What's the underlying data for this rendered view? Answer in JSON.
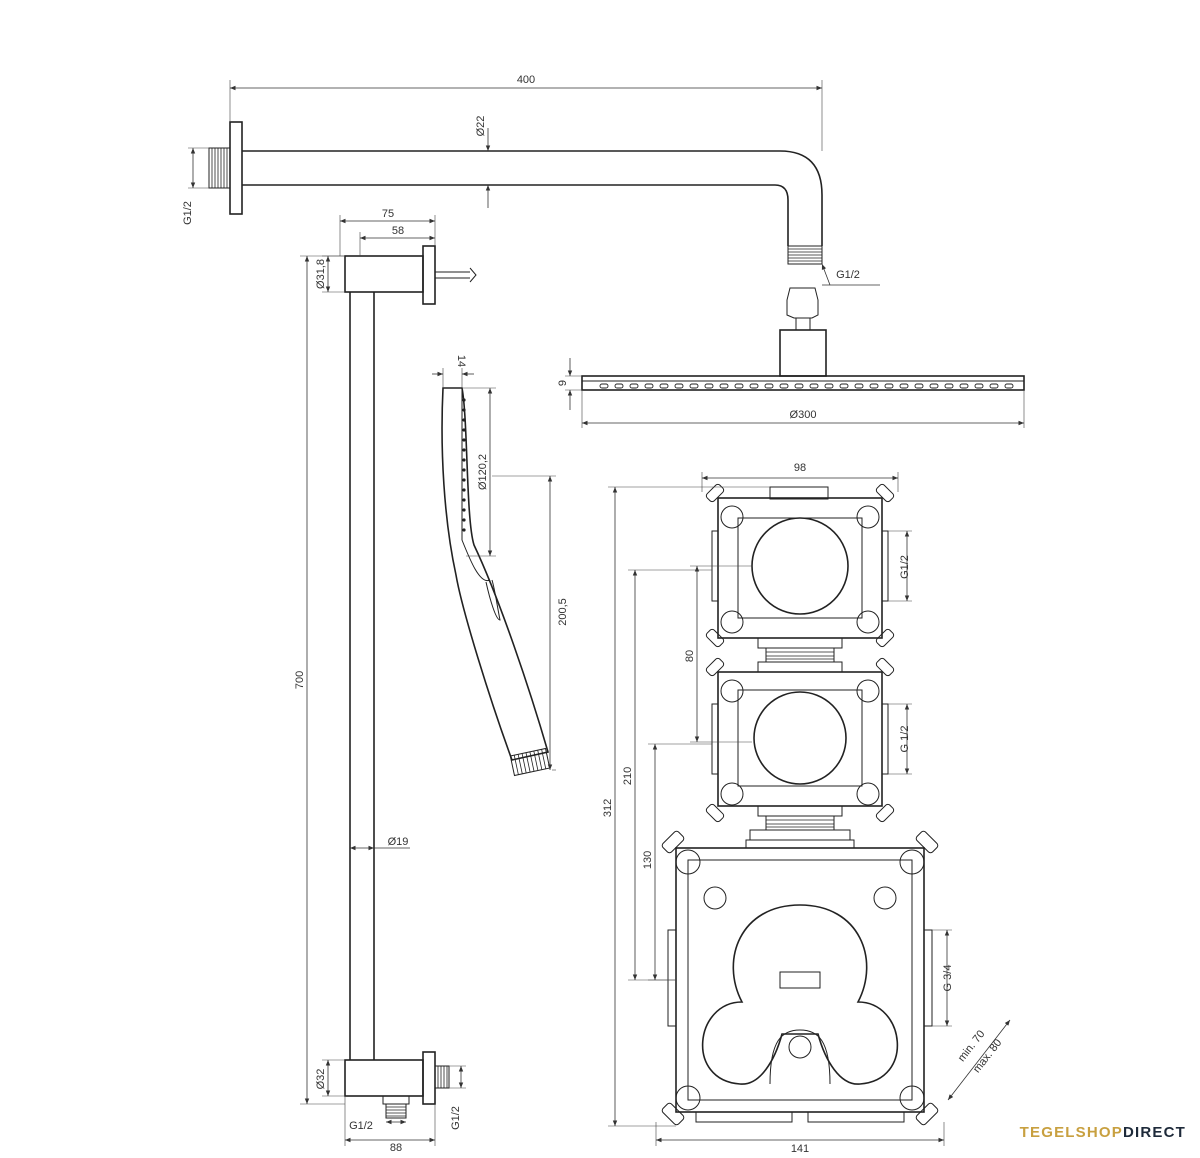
{
  "dimensions": {
    "arm_length": "400",
    "arm_diameter": "Ø22",
    "wall_thread": "G1/2",
    "head_thread": "G1/2",
    "head_height": "9",
    "head_diameter": "Ø300",
    "holder_depth": "75",
    "holder_inner": "58",
    "holder_diameter": "Ø31,8",
    "rail_length": "700",
    "rail_diameter": "Ø19",
    "elbow_diameter": "Ø32",
    "elbow_thread_bottom": "G1/2",
    "elbow_thread_side": "G1/2",
    "elbow_width": "88",
    "hand_thickness": "14",
    "hand_diameter": "Ø120,2",
    "hand_length": "200,5",
    "box_width_top": "98",
    "box_thread_1": "G1/2",
    "box_thread_2": "G 1/2",
    "box_spacing": "80",
    "box_total_height": "312",
    "box_210": "210",
    "box_130": "130",
    "box_thread_main": "G 3/4",
    "box_width_bottom": "141",
    "depth_min": "min. 70",
    "depth_max": "max. 80"
  },
  "brand": {
    "part1": "TEGELSHOP",
    "part2": "DIRECT",
    "accent_color": "#c8a040",
    "dark_color": "#1e2a3a"
  }
}
